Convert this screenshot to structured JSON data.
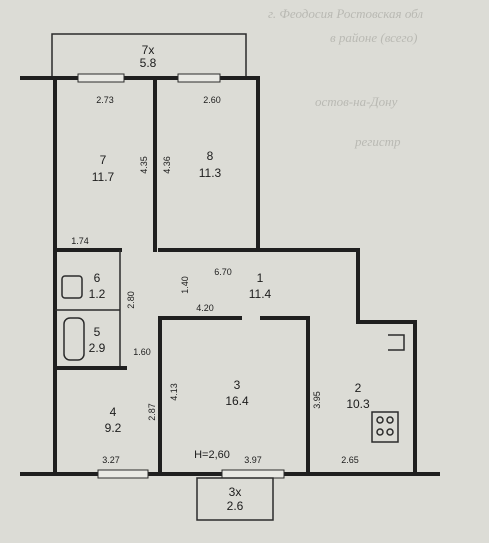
{
  "background_text": [
    "г. Феодосия    Ростовская обл",
    "в районе (всего)",
    "остов-на-Дону",
    "регистр"
  ],
  "rooms": [
    {
      "id": "7x",
      "number": "7x",
      "area": "5.8"
    },
    {
      "id": "7",
      "number": "7",
      "area": "11.7"
    },
    {
      "id": "8",
      "number": "8",
      "area": "11.3"
    },
    {
      "id": "6",
      "number": "6",
      "area": "1.2"
    },
    {
      "id": "1",
      "number": "1",
      "area": "11.4"
    },
    {
      "id": "5",
      "number": "5",
      "area": "2.9"
    },
    {
      "id": "4",
      "number": "4",
      "area": "9.2"
    },
    {
      "id": "3",
      "number": "3",
      "area": "16.4"
    },
    {
      "id": "2",
      "number": "2",
      "area": "10.3"
    },
    {
      "id": "3x",
      "number": "3x",
      "area": "2.6"
    }
  ],
  "dimensions": [
    "2.73",
    "2.60",
    "4.35",
    "4.36",
    "1.74",
    "6.70",
    "2.80",
    "1.40",
    "4.20",
    "1.60",
    "2.87",
    "4.13",
    "3.95",
    "3.27",
    "3.97",
    "2.65"
  ],
  "ceiling_height": "H=2,60"
}
